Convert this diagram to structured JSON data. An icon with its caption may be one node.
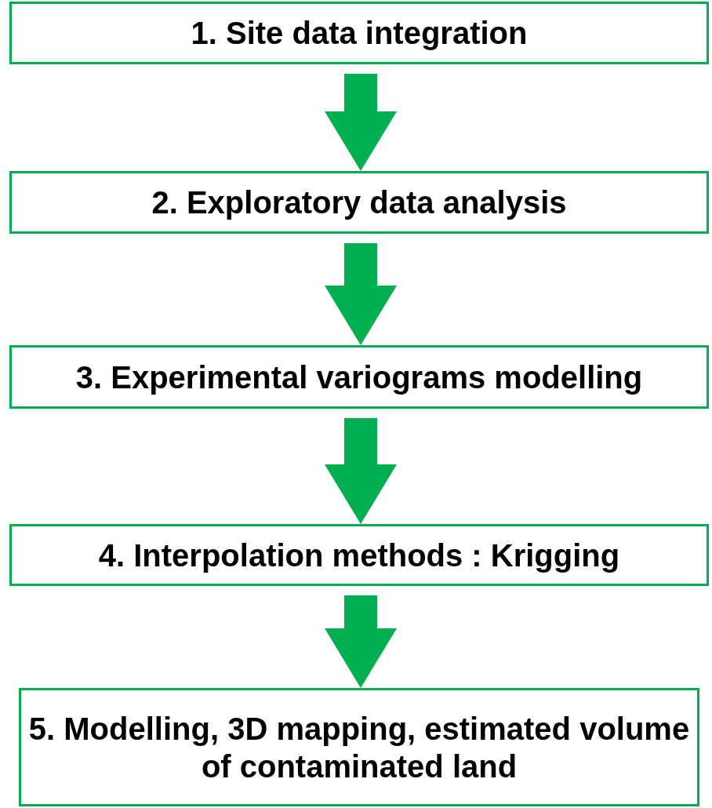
{
  "diagram": {
    "nodes": [
      {
        "text": [
          "1. Site data integration"
        ]
      },
      {
        "text": [
          "2. Exploratory data analysis"
        ]
      },
      {
        "text": [
          "3. Experimental variograms modelling"
        ]
      },
      {
        "text": [
          "4. Interpolation methods : Krigging"
        ]
      },
      {
        "text": [
          "5. Modelling, 3D mapping, estimated volume of contaminated land"
        ]
      }
    ],
    "edges": [
      {
        "from": 0,
        "to": 1,
        "arrow": "to"
      },
      {
        "from": 1,
        "to": 2,
        "arrow": "to"
      },
      {
        "from": 2,
        "to": 3,
        "arrow": "to"
      },
      {
        "from": 3,
        "to": 4,
        "arrow": "to"
      }
    ]
  }
}
